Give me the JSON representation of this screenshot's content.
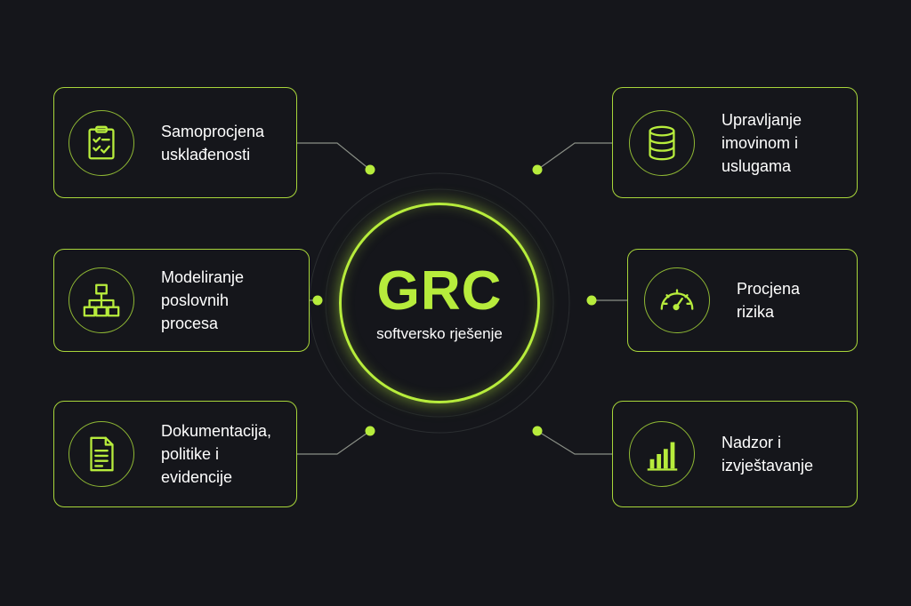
{
  "colors": {
    "background": "#15161b",
    "accent": "#b7ec3c",
    "card_border": "#a8d63a",
    "text": "#ffffff"
  },
  "hub": {
    "title": "GRC",
    "subtitle": "softversko rješenje"
  },
  "nodes": [
    {
      "id": "self-assessment",
      "icon": "clipboard-checklist-icon",
      "label": "Samoprocjena\nusklađenosti"
    },
    {
      "id": "process-modeling",
      "icon": "flowchart-icon",
      "label": "Modeliranje\nposlovnih\nprocesa"
    },
    {
      "id": "documentation",
      "icon": "document-icon",
      "label": "Dokumentacija,\npolitike i\nevidencije"
    },
    {
      "id": "asset-management",
      "icon": "database-icon",
      "label": "Upravljanje\nimovinom i\nuslugama"
    },
    {
      "id": "risk-assessment",
      "icon": "gauge-icon",
      "label": "Procjena\nrizika"
    },
    {
      "id": "monitoring-reporting",
      "icon": "bar-chart-icon",
      "label": "Nadzor i\nizvještavanje"
    }
  ]
}
